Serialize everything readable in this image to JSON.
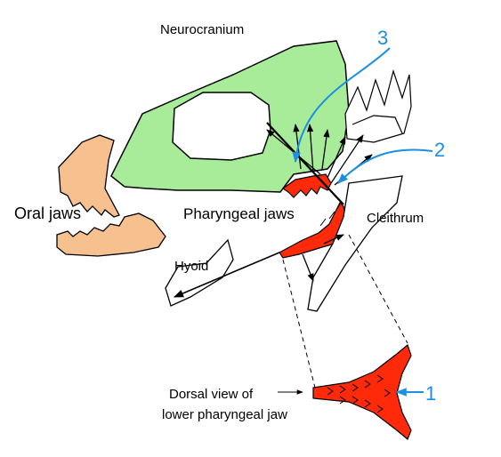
{
  "labels": {
    "neurocranium": "Neurocranium",
    "oral_jaws": "Oral jaws",
    "pharyngeal_jaws": "Pharyngeal jaws",
    "cleithrum": "Cleithrum",
    "hyoid": "Hyoid",
    "dorsal_view_line1": "Dorsal view of",
    "dorsal_view_line2": "lower pharyngeal jaw"
  },
  "callouts": {
    "one": "1",
    "two": "2",
    "three": "3"
  },
  "colors": {
    "neurocranium_fill": "#a8ec9a",
    "oral_jaw_fill": "#f7c08f",
    "pharyngeal_fill": "#ff2a0a",
    "callout_blue": "#1a8fe3",
    "outline": "#000000"
  }
}
